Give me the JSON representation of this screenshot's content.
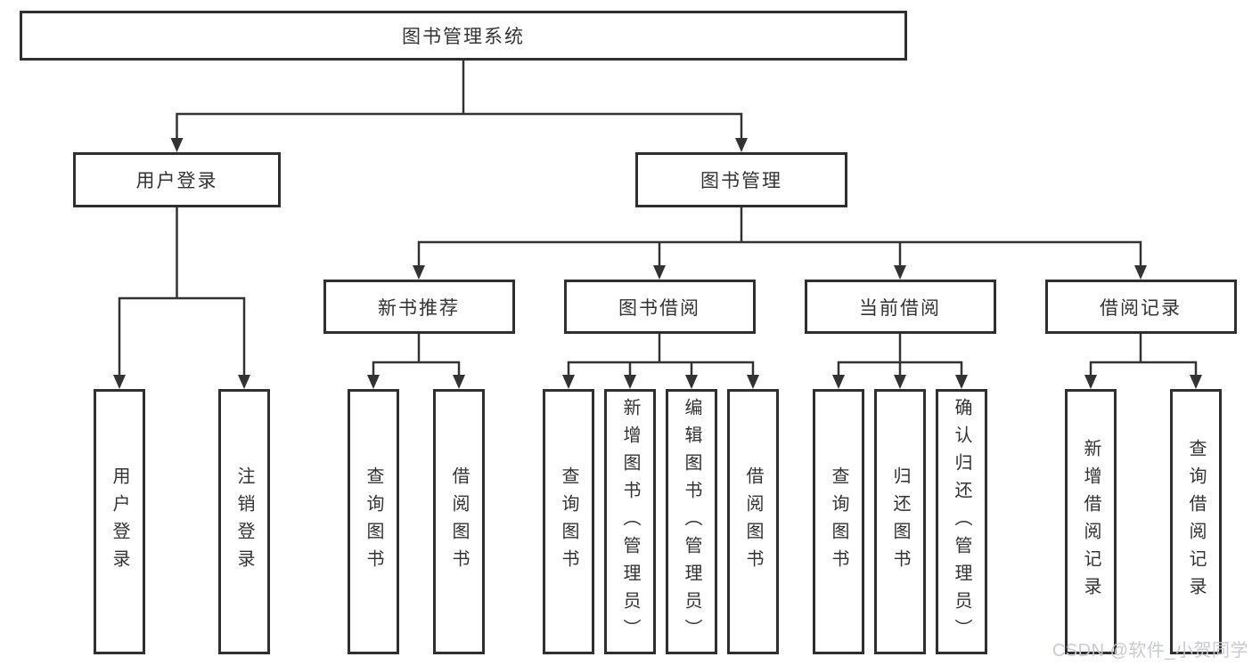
{
  "diagram": {
    "title": "图书管理系统",
    "branches": [
      {
        "label": "用户登录",
        "children": [
          {
            "label": "用户登录"
          },
          {
            "label": "注销登录"
          }
        ]
      },
      {
        "label": "图书管理",
        "children": [
          {
            "label": "新书推荐",
            "children": [
              {
                "label": "查询图书"
              },
              {
                "label": "借阅图书"
              }
            ]
          },
          {
            "label": "图书借阅",
            "children": [
              {
                "label": "查询图书"
              },
              {
                "label": "新增图书（管理员）"
              },
              {
                "label": "编辑图书（管理员）"
              },
              {
                "label": "借阅图书"
              }
            ]
          },
          {
            "label": "当前借阅",
            "children": [
              {
                "label": "查询图书"
              },
              {
                "label": "归还图书"
              },
              {
                "label": "确认归还（管理员）"
              }
            ]
          },
          {
            "label": "借阅记录",
            "children": [
              {
                "label": "新增借阅记录"
              },
              {
                "label": "查询借阅记录"
              }
            ]
          }
        ]
      }
    ]
  },
  "watermark": {
    "text": "CSDN @软件_小贺同学"
  },
  "colors": {
    "line": "#333333",
    "box_border": "#2f2f2f",
    "box_fill": "#ffffff",
    "text": "#333333",
    "watermark": "#c4c7ce"
  }
}
